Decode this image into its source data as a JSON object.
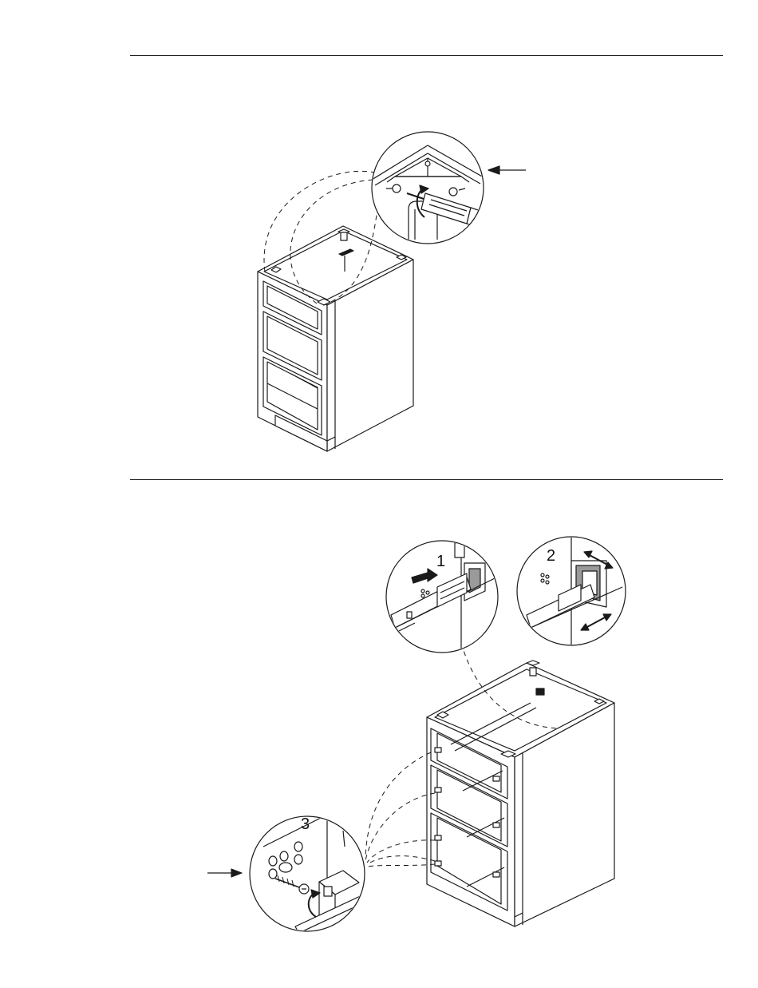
{
  "figure_top": {
    "callout": "screw-corner-bracket-detail"
  },
  "figure_bottom": {
    "steps": [
      {
        "number": "1"
      },
      {
        "number": "2"
      },
      {
        "number": "3"
      }
    ]
  },
  "colors": {
    "line": "#1a1a1a",
    "fill": "#ffffff",
    "shade": "#9a9a9a"
  }
}
